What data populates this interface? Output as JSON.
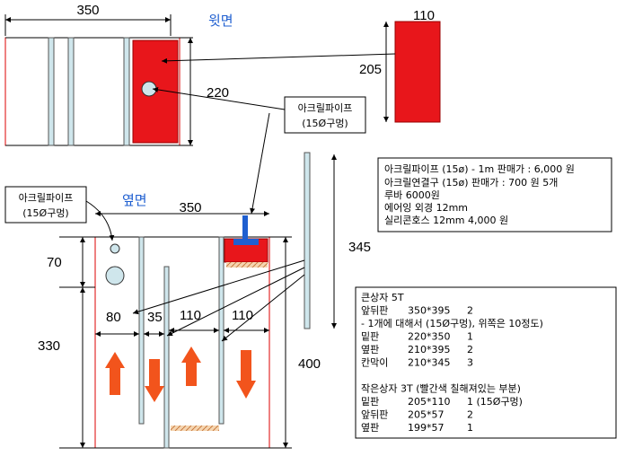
{
  "top_view": {
    "title": "윗면",
    "width_label": "350",
    "height_label": "220",
    "small_box_width": "110",
    "small_box_height": "205"
  },
  "side_view": {
    "title": "옆면",
    "width_label": "350",
    "dim_70": "70",
    "dim_330": "330",
    "dim_80": "80",
    "dim_35": "35",
    "dim_110a": "110",
    "dim_110b": "110",
    "dim_345": "345",
    "dim_400": "400"
  },
  "callouts": {
    "top_line1": "아크릴파이프",
    "top_line2": "(15Ø구멍)",
    "side_line1": "아크릴파이프",
    "side_line2": "(15Ø구멍)"
  },
  "price_box": {
    "lines": [
      "아크릴파이프 (15ø) - 1m    판매가 : 6,000 원",
      "아크릴연결구 (15ø)  판매가 : 700 원  5개",
      "루바 6000원",
      "에어잉 외경 12mm",
      "실리콘호스 12mm 4,000 원"
    ]
  },
  "parts_box": {
    "rows": [
      {
        "a": "큰상자 5T",
        "b": "",
        "c": ""
      },
      {
        "a": "앞뒤판",
        "b": "350*395",
        "c": "2"
      },
      {
        "a": "  - 1개에 대해서 (15Ø구멍), 위쪽은 10정도)",
        "b": "",
        "c": ""
      },
      {
        "a": "밑판",
        "b": "220*350",
        "c": "1"
      },
      {
        "a": "옆판",
        "b": "210*395",
        "c": "2"
      },
      {
        "a": "칸막이",
        "b": "210*345",
        "c": "3"
      },
      {
        "a": "",
        "b": "",
        "c": ""
      },
      {
        "a": "작은상자 3T (빨간색 칠해져있는 부분)",
        "b": "",
        "c": ""
      },
      {
        "a": "밑판",
        "b": "205*110",
        "c": "1 (15Ø구멍)"
      },
      {
        "a": "앞뒤판",
        "b": "205*57",
        "c": "2"
      },
      {
        "a": "옆판",
        "b": "199*57",
        "c": "1"
      }
    ]
  }
}
